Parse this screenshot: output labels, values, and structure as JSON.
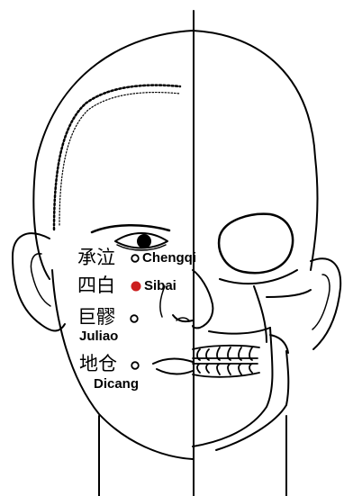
{
  "points": [
    {
      "chinese": "承泣",
      "pinyin": "Chengqi",
      "highlighted": false
    },
    {
      "chinese": "四白",
      "pinyin": "Sibai",
      "highlighted": true
    },
    {
      "chinese": "巨髎",
      "pinyin": "Juliao",
      "highlighted": false
    },
    {
      "chinese": "地仓",
      "pinyin": "Dicang",
      "highlighted": false
    }
  ],
  "colors": {
    "line": "#000000",
    "highlight": "#cc2020",
    "background": "#ffffff"
  }
}
